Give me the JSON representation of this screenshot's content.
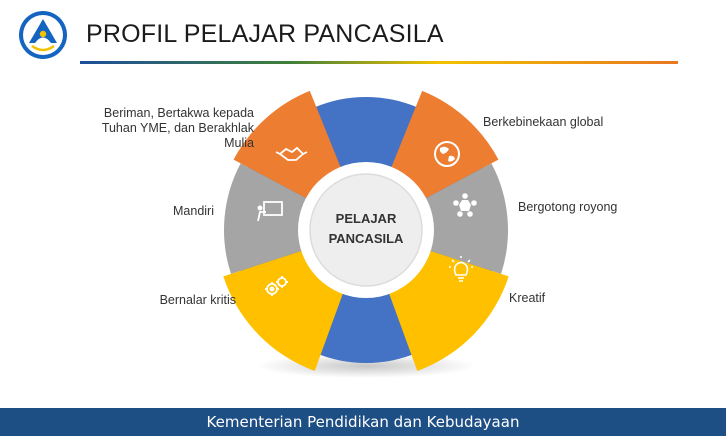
{
  "header": {
    "title": "PROFIL PELAJAR PANCASILA",
    "logo_icon": "tut-wuri-handayani-logo-icon"
  },
  "diagram": {
    "center_title_line1": "PELAJAR",
    "center_title_line2": "PANCASILA",
    "segments": [
      {
        "label_lines": [
          "Beriman, Bertakwa kepada",
          "Tuhan YME, dan Berakhlak",
          "Mulia"
        ],
        "icon": "handshake-icon",
        "color": "#ed7d31"
      },
      {
        "label_lines": [
          "Berkebinekaan global"
        ],
        "icon": "globe-icon",
        "color": "#ed7d31"
      },
      {
        "label_lines": [
          "Mandiri"
        ],
        "icon": "presentation-icon",
        "color": "#a5a5a5"
      },
      {
        "label_lines": [
          "Bergotong royong"
        ],
        "icon": "teamwork-icon",
        "color": "#a5a5a5"
      },
      {
        "label_lines": [
          "Bernalar kritis"
        ],
        "icon": "gears-icon",
        "color": "#ffc000"
      },
      {
        "label_lines": [
          "Kreatif"
        ],
        "icon": "lightbulb-icon",
        "color": "#ffc000"
      }
    ],
    "ring_color": "#4472c4"
  },
  "footer": {
    "text": "Kementerian Pendidikan dan Kebudayaan"
  }
}
